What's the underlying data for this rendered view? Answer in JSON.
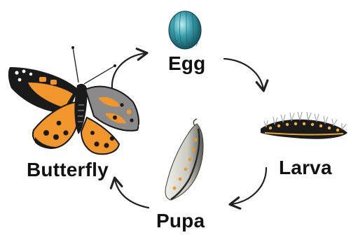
{
  "diagram": {
    "stages": [
      {
        "id": "egg",
        "label": "Egg"
      },
      {
        "id": "larva",
        "label": "Larva"
      },
      {
        "id": "pupa",
        "label": "Pupa"
      },
      {
        "id": "butterfly",
        "label": "Butterfly"
      }
    ],
    "cycle_direction": "clockwise",
    "colors": {
      "label": "#111111",
      "arrow": "#222222",
      "egg": "#2f8f9d",
      "wing_orange": "#f0962a",
      "wing_black": "#1a1a1a",
      "wing_gray": "#8a8a8a"
    }
  }
}
